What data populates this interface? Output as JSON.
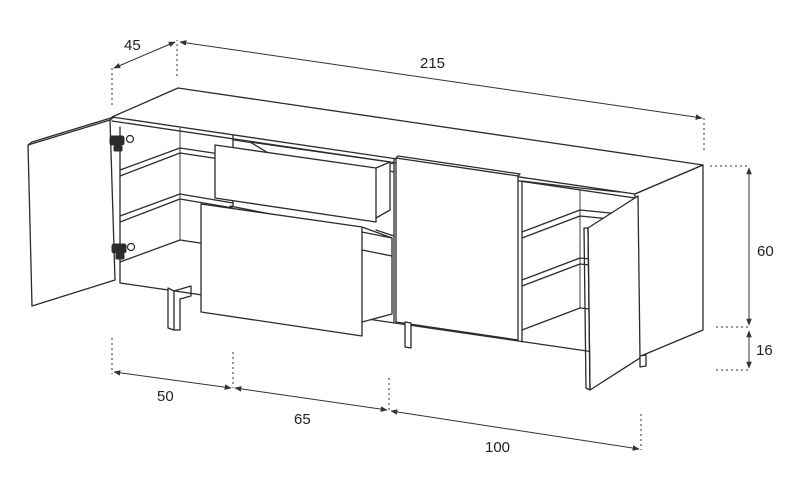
{
  "dimensions": {
    "depth": "45",
    "total_width": "215",
    "height_body": "60",
    "height_legs": "16",
    "width_left": "50",
    "width_middle": "65",
    "width_right": "100"
  },
  "colors": {
    "line": "#2b2b2b",
    "background": "#ffffff"
  }
}
